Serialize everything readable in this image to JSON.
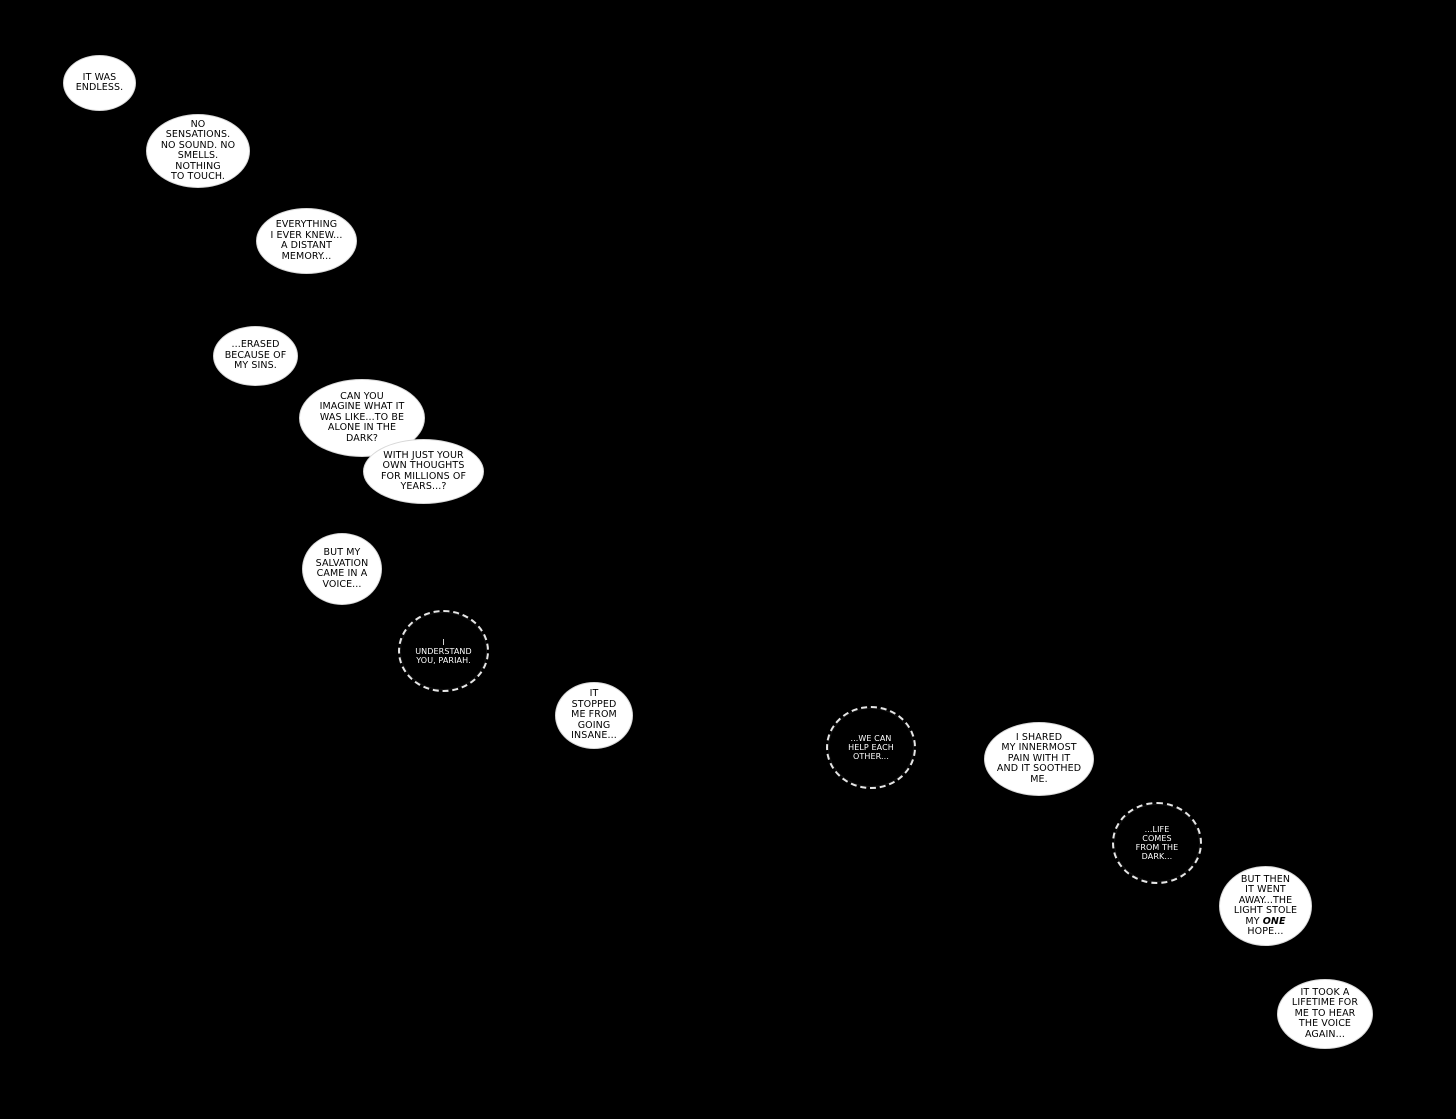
{
  "bubbles": [
    {
      "text": "IT WAS\nENDLESS."
    },
    {
      "text": "NO\nSENSATIONS.\nNO SOUND. NO\nSMELLS. NOTHING\nTO TOUCH."
    },
    {
      "text": "EVERYTHING\nI EVER KNEW...\nA DISTANT\nMEMORY..."
    },
    {
      "text": "...ERASED\nBECAUSE OF\nMY SINS."
    },
    {
      "text": "CAN YOU\nIMAGINE WHAT IT\nWAS LIKE...TO BE\nALONE IN THE\nDARK?"
    },
    {
      "text": "WITH JUST YOUR\nOWN THOUGHTS\nFOR MILLIONS OF\nYEARS...?"
    },
    {
      "text": "BUT MY\nSALVATION\nCAME IN A\nVOICE..."
    },
    {
      "text": "I\nUNDERSTAND\nYOU, PARIAH."
    },
    {
      "text": "IT\nSTOPPED\nME FROM\nGOING\nINSANE..."
    },
    {
      "text": "...WE CAN\nHELP EACH\nOTHER..."
    },
    {
      "text": "I SHARED\nMY INNERMOST\nPAIN WITH IT\nAND IT SOOTHED\nME."
    },
    {
      "text": "...LIFE\nCOMES\nFROM THE\nDARK..."
    },
    {
      "text_before": "BUT THEN\nIT WENT\nAWAY...THE\nLIGHT STOLE\nMY ",
      "emphasis": "ONE",
      "text_after": "\nHOPE..."
    },
    {
      "text": "IT TOOK A\nLIFETIME FOR\nME TO HEAR\nTHE VOICE\nAGAIN..."
    }
  ]
}
